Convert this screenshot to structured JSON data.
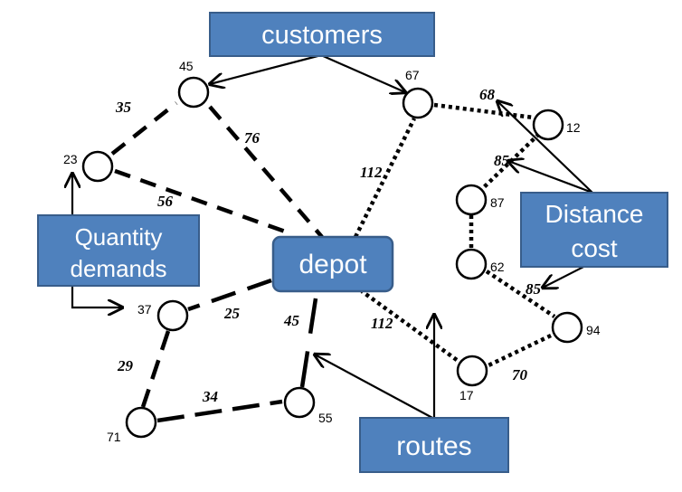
{
  "colors": {
    "box_fill": "#4f81bd",
    "box_stroke": "#385d8a",
    "line": "#000000",
    "node_fill": "#ffffff"
  },
  "boxes": {
    "customers": "customers",
    "quantity_line1": "Quantity",
    "quantity_line2": "demands",
    "depot": "depot",
    "distance_line1": "Distance",
    "distance_line2": "cost",
    "routes": "routes"
  },
  "nodes": {
    "n45": "45",
    "n67": "67",
    "n12": "12",
    "n23": "23",
    "n87": "87",
    "n62": "62",
    "n37": "37",
    "n94": "94",
    "n17": "17",
    "n71": "71",
    "n55": "55"
  },
  "edge_labels": {
    "e35": "35",
    "e76": "76",
    "e56": "56",
    "e112a": "112",
    "e68": "68",
    "e85a": "85",
    "e85b": "85",
    "e25": "25",
    "e45": "45",
    "e112b": "112",
    "e29": "29",
    "e34": "34",
    "e70": "70"
  }
}
